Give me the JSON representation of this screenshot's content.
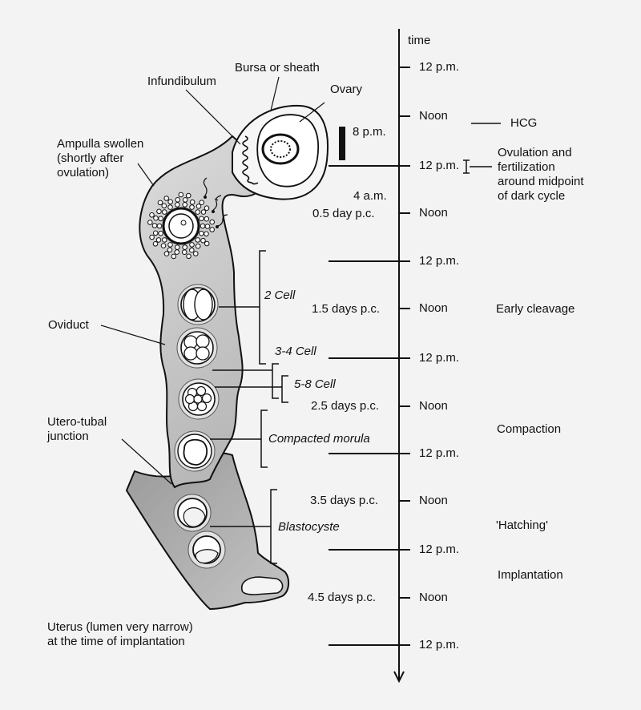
{
  "timeline": {
    "title": "time",
    "ticks": [
      {
        "label": "12 p.m."
      },
      {
        "label": "Noon"
      },
      {
        "label": "12 p.m."
      },
      {
        "label": "Noon"
      },
      {
        "label": "12 p.m."
      },
      {
        "label": "Noon"
      },
      {
        "label": "12 p.m."
      },
      {
        "label": "Noon"
      },
      {
        "label": "12 p.m."
      },
      {
        "label": "Noon"
      },
      {
        "label": "12 p.m."
      },
      {
        "label": "Noon"
      },
      {
        "label": "12 p.m."
      }
    ],
    "day_labels": [
      "4 a.m.",
      "0.5 day p.c.",
      "1.5 days p.c.",
      "2.5 days p.c.",
      "3.5 days p.c.",
      "4.5 days p.c."
    ],
    "marker_label": "8 p.m."
  },
  "events": {
    "hcg": "HCG",
    "ovulation": [
      "Ovulation and",
      "fertilization",
      "around midpoint",
      "of dark cycle"
    ],
    "early_cleavage": "Early cleavage",
    "compaction": "Compaction",
    "hatching": "'Hatching'",
    "implantation": "Implantation"
  },
  "anatomy": {
    "bursa": "Bursa or sheath",
    "infundibulum": "Infundibulum",
    "ovary": "Ovary",
    "ampulla": [
      "Ampulla swollen",
      "(shortly after",
      "ovulation)"
    ],
    "oviduct": "Oviduct",
    "utero_tubal": [
      "Utero-tubal",
      "junction"
    ],
    "uterus": [
      "Uterus (lumen very narrow)",
      "at the time of implantation"
    ]
  },
  "stages": {
    "two_cell": "2 Cell",
    "three_four_cell": "3-4 Cell",
    "five_eight_cell": "5-8 Cell",
    "morula": "Compacted morula",
    "blastocyst": "Blastocyste"
  }
}
